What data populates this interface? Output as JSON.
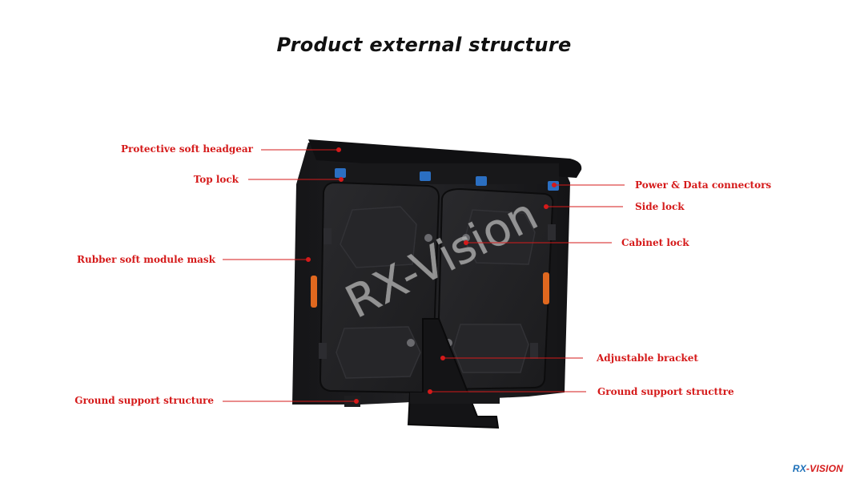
{
  "title": "Product external structure",
  "watermark": "RX-Vision",
  "logo": {
    "part_a": "RX",
    "part_b": "-VISION"
  },
  "colors": {
    "callout": "#d51a1a",
    "cabinet": "#1c1c1e",
    "connector": "#2b6fc2",
    "handle": "#e0681f",
    "logo_blue": "#1b6fb8"
  },
  "callouts": {
    "left": [
      {
        "id": "headgear",
        "label": "Protective soft headgear"
      },
      {
        "id": "top-lock",
        "label": "Top lock"
      },
      {
        "id": "module-mask",
        "label": "Rubber soft module mask"
      },
      {
        "id": "ground-left",
        "label": "Ground support structure"
      }
    ],
    "right": [
      {
        "id": "power-data",
        "label": "Power & Data connectors"
      },
      {
        "id": "side-lock",
        "label": "Side lock"
      },
      {
        "id": "cabinet-lock",
        "label": "Cabinet lock"
      },
      {
        "id": "bracket",
        "label": "Adjustable bracket"
      },
      {
        "id": "ground-right",
        "label": "Ground support structtre"
      }
    ]
  }
}
